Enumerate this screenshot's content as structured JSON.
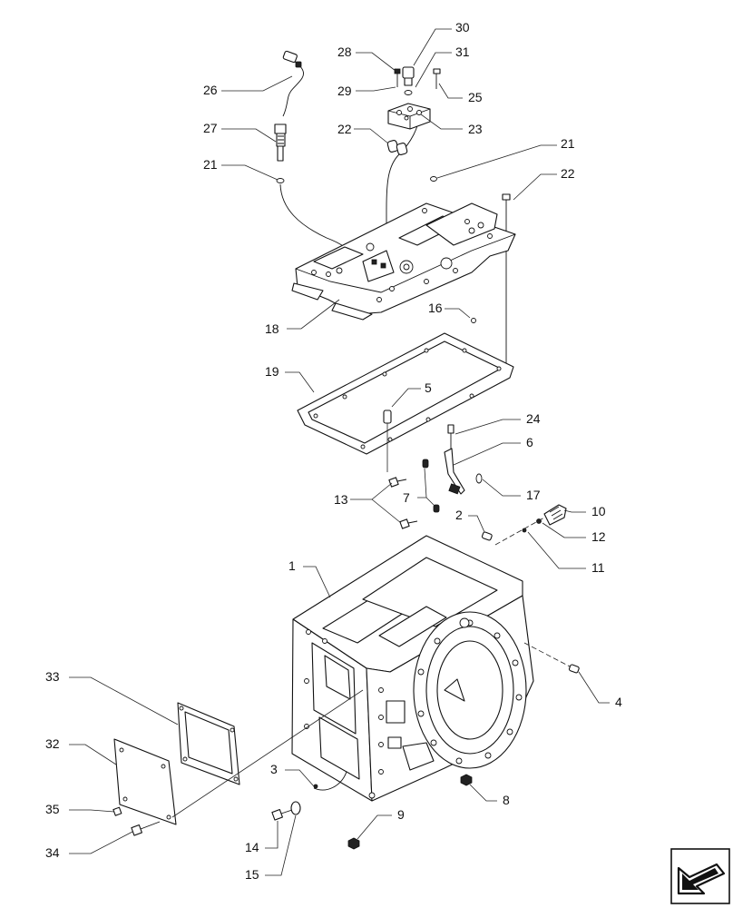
{
  "callouts": [
    {
      "id": "c1",
      "text": "1"
    },
    {
      "id": "c2",
      "text": "2"
    },
    {
      "id": "c3",
      "text": "3"
    },
    {
      "id": "c4",
      "text": "4"
    },
    {
      "id": "c5",
      "text": "5"
    },
    {
      "id": "c6",
      "text": "6"
    },
    {
      "id": "c7",
      "text": "7"
    },
    {
      "id": "c8",
      "text": "8"
    },
    {
      "id": "c9",
      "text": "9"
    },
    {
      "id": "c10",
      "text": "10"
    },
    {
      "id": "c11",
      "text": "11"
    },
    {
      "id": "c12",
      "text": "12"
    },
    {
      "id": "c13",
      "text": "13"
    },
    {
      "id": "c14",
      "text": "14"
    },
    {
      "id": "c15",
      "text": "15"
    },
    {
      "id": "c16",
      "text": "16"
    },
    {
      "id": "c17",
      "text": "17"
    },
    {
      "id": "c18",
      "text": "18"
    },
    {
      "id": "c19",
      "text": "19"
    },
    {
      "id": "c21a",
      "text": "21"
    },
    {
      "id": "c21b",
      "text": "21"
    },
    {
      "id": "c22a",
      "text": "22"
    },
    {
      "id": "c22b",
      "text": "22"
    },
    {
      "id": "c23",
      "text": "23"
    },
    {
      "id": "c24",
      "text": "24"
    },
    {
      "id": "c25",
      "text": "25"
    },
    {
      "id": "c26",
      "text": "26"
    },
    {
      "id": "c27",
      "text": "27"
    },
    {
      "id": "c28",
      "text": "28"
    },
    {
      "id": "c29",
      "text": "29"
    },
    {
      "id": "c30",
      "text": "30"
    },
    {
      "id": "c31",
      "text": "31"
    },
    {
      "id": "c32",
      "text": "32"
    },
    {
      "id": "c33",
      "text": "33"
    },
    {
      "id": "c34",
      "text": "34"
    },
    {
      "id": "c35",
      "text": "35"
    }
  ],
  "nav_icon": "page-navigation-arrow-icon"
}
